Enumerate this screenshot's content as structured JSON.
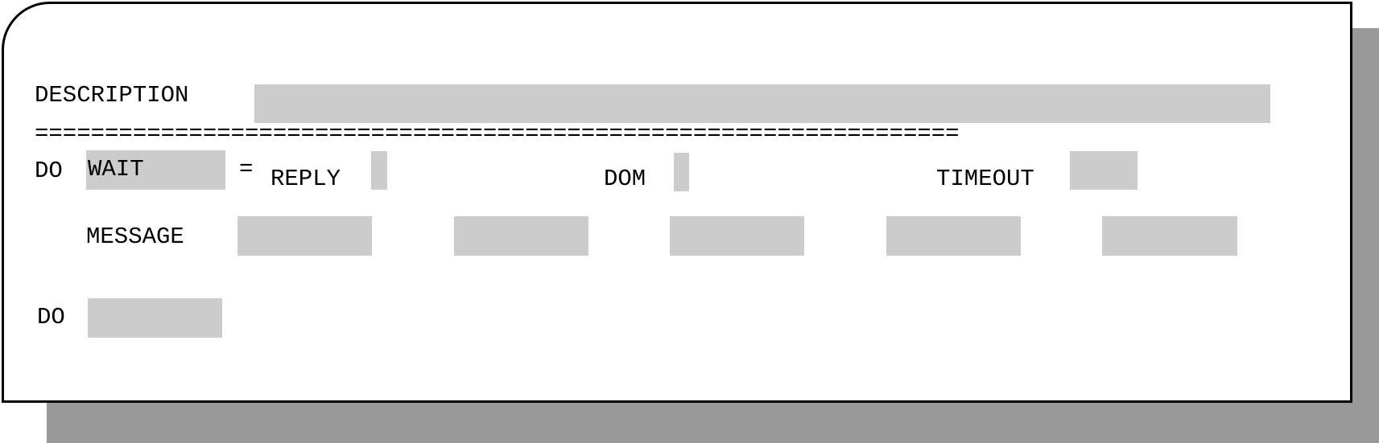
{
  "form": {
    "description_label": "DESCRIPTION",
    "separator": "==================================================================",
    "do_label_1": "DO",
    "wait_value": "WAIT",
    "equals": "=",
    "reply_label": "REPLY",
    "dom_label": "DOM",
    "timeout_label": "TIMEOUT",
    "message_label": "MESSAGE",
    "do_label_2": "DO"
  },
  "colors": {
    "field_bg": "#cccccc",
    "shadow": "#999999",
    "border": "#000000"
  }
}
